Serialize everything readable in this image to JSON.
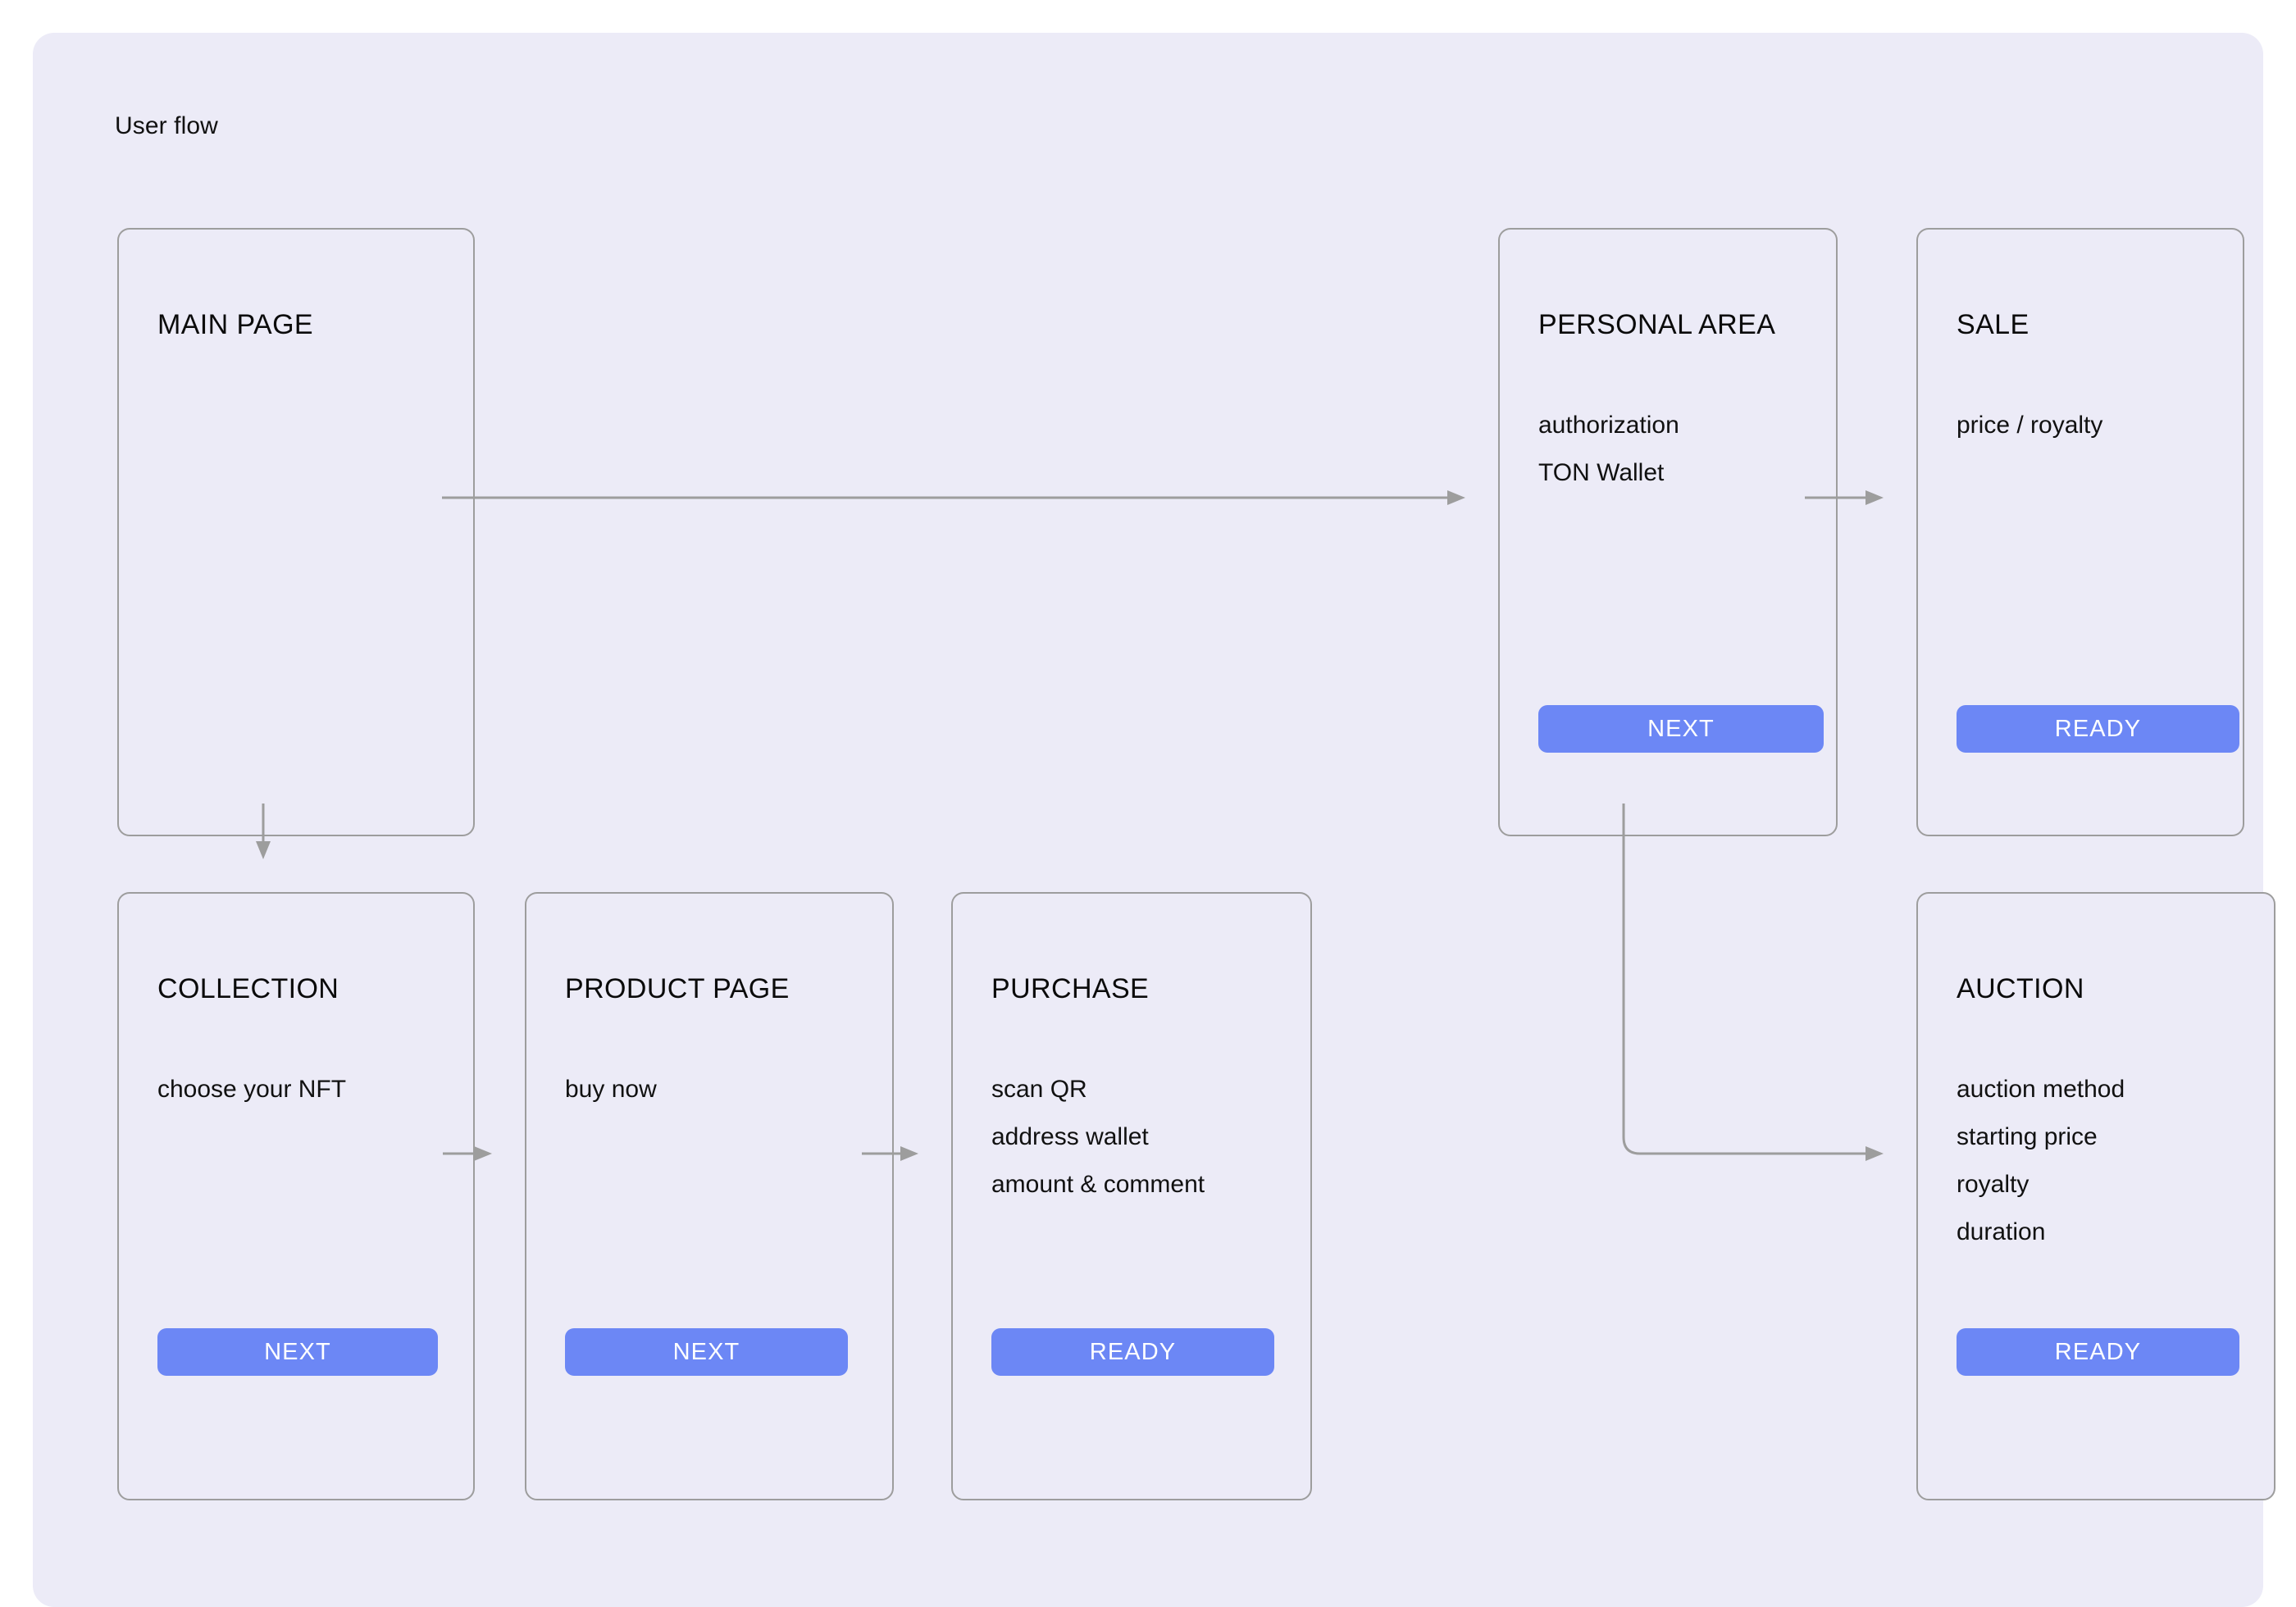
{
  "board": {
    "title": "User flow",
    "background_color": "#ECEBF7",
    "card_border_color": "#9D9D9D",
    "accent_color": "#6C87F5",
    "connector_color": "#9D9D9D"
  },
  "cards": {
    "main_page": {
      "title": "MAIN PAGE",
      "lines": [],
      "button": null
    },
    "personal_area": {
      "title": "PERSONAL AREA",
      "lines": [
        "authorization",
        "TON Wallet"
      ],
      "button": "NEXT"
    },
    "sale": {
      "title": "SALE",
      "lines": [
        "price / royalty"
      ],
      "button": "READY"
    },
    "collection": {
      "title": "COLLECTION",
      "lines": [
        "choose your NFT"
      ],
      "button": "NEXT"
    },
    "product_page": {
      "title": "PRODUCT PAGE",
      "lines": [
        "buy now"
      ],
      "button": "NEXT"
    },
    "purchase": {
      "title": "PURCHASE",
      "lines": [
        "scan QR",
        "address wallet",
        "amount & comment"
      ],
      "button": "READY"
    },
    "auction": {
      "title": "AUCTION",
      "lines": [
        "auction method",
        "starting price",
        "royalty",
        "duration"
      ],
      "button": "READY"
    }
  },
  "connections": [
    {
      "from": "main_page",
      "to": "personal_area"
    },
    {
      "from": "main_page",
      "to": "collection"
    },
    {
      "from": "personal_area",
      "to": "sale"
    },
    {
      "from": "personal_area",
      "to": "auction"
    },
    {
      "from": "collection",
      "to": "product_page"
    },
    {
      "from": "product_page",
      "to": "purchase"
    }
  ]
}
